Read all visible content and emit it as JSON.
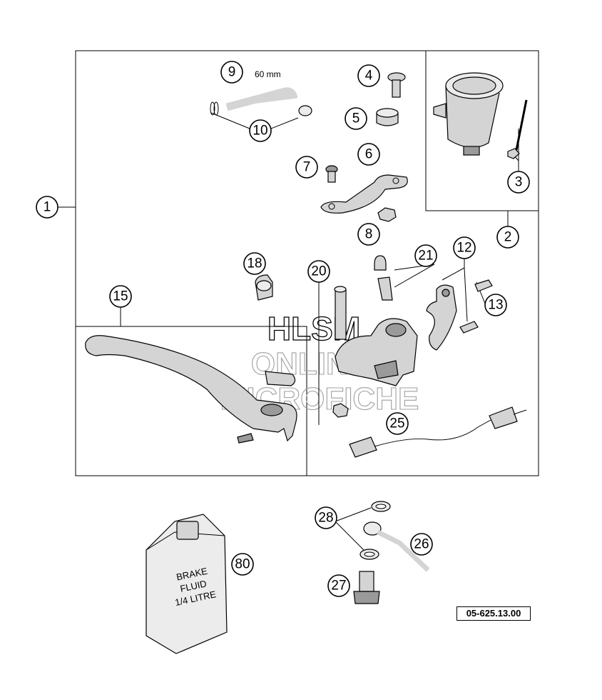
{
  "callouts": [
    {
      "id": "c1",
      "label": "1"
    },
    {
      "id": "c2",
      "label": "2"
    },
    {
      "id": "c3",
      "label": "3"
    },
    {
      "id": "c4",
      "label": "4"
    },
    {
      "id": "c5",
      "label": "5"
    },
    {
      "id": "c6",
      "label": "6"
    },
    {
      "id": "c7",
      "label": "7"
    },
    {
      "id": "c8",
      "label": "8"
    },
    {
      "id": "c9",
      "label": "9"
    },
    {
      "id": "c10",
      "label": "10"
    },
    {
      "id": "c12",
      "label": "12"
    },
    {
      "id": "c13",
      "label": "13"
    },
    {
      "id": "c15",
      "label": "15"
    },
    {
      "id": "c18",
      "label": "18"
    },
    {
      "id": "c20",
      "label": "20"
    },
    {
      "id": "c21",
      "label": "21"
    },
    {
      "id": "c25",
      "label": "25"
    },
    {
      "id": "c26",
      "label": "26"
    },
    {
      "id": "c27",
      "label": "27"
    },
    {
      "id": "c28",
      "label": "28"
    },
    {
      "id": "c80",
      "label": "80"
    }
  ],
  "hose_dimension": "60 mm",
  "fluid_label": [
    "BRAKE",
    "FLUID",
    "1/4 LITRE"
  ],
  "watermark": [
    "HLSM",
    "ONLINE",
    "MICROFICHE"
  ],
  "reference_code": "05-625.13.00"
}
